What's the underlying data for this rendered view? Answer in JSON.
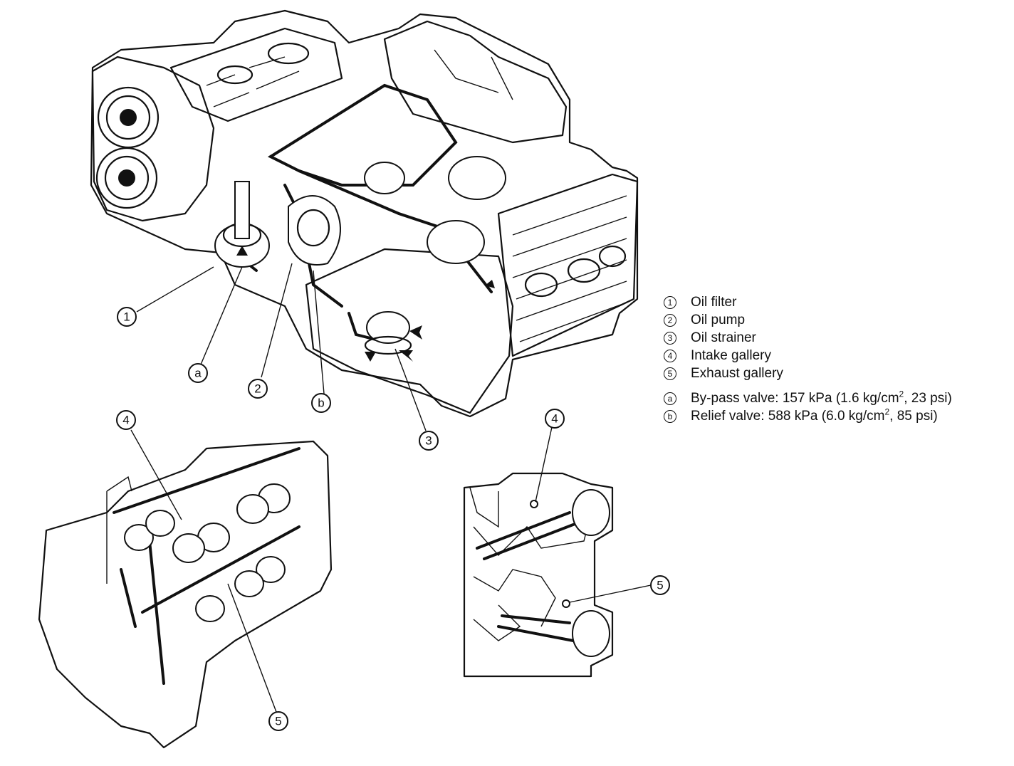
{
  "callouts": {
    "c1": "1",
    "c2": "2",
    "c3": "3",
    "c4_left": "4",
    "c5_left": "5",
    "c4_right": "4",
    "c5_right": "5",
    "ca": "a",
    "cb": "b"
  },
  "legend": {
    "items": [
      {
        "num": "1",
        "text": "Oil filter"
      },
      {
        "num": "2",
        "text": "Oil pump"
      },
      {
        "num": "3",
        "text": "Oil strainer"
      },
      {
        "num": "4",
        "text": "Intake gallery"
      },
      {
        "num": "5",
        "text": "Exhaust gallery"
      }
    ],
    "valves": [
      {
        "letter": "a",
        "pre": "By-pass valve: 157 kPa (1.6 kg/cm",
        "sup": "2",
        "post": ", 23 psi)"
      },
      {
        "letter": "b",
        "pre": "Relief valve: 588 kPa (6.0 kg/cm",
        "sup": "2",
        "post": ", 85 psi)"
      }
    ]
  }
}
